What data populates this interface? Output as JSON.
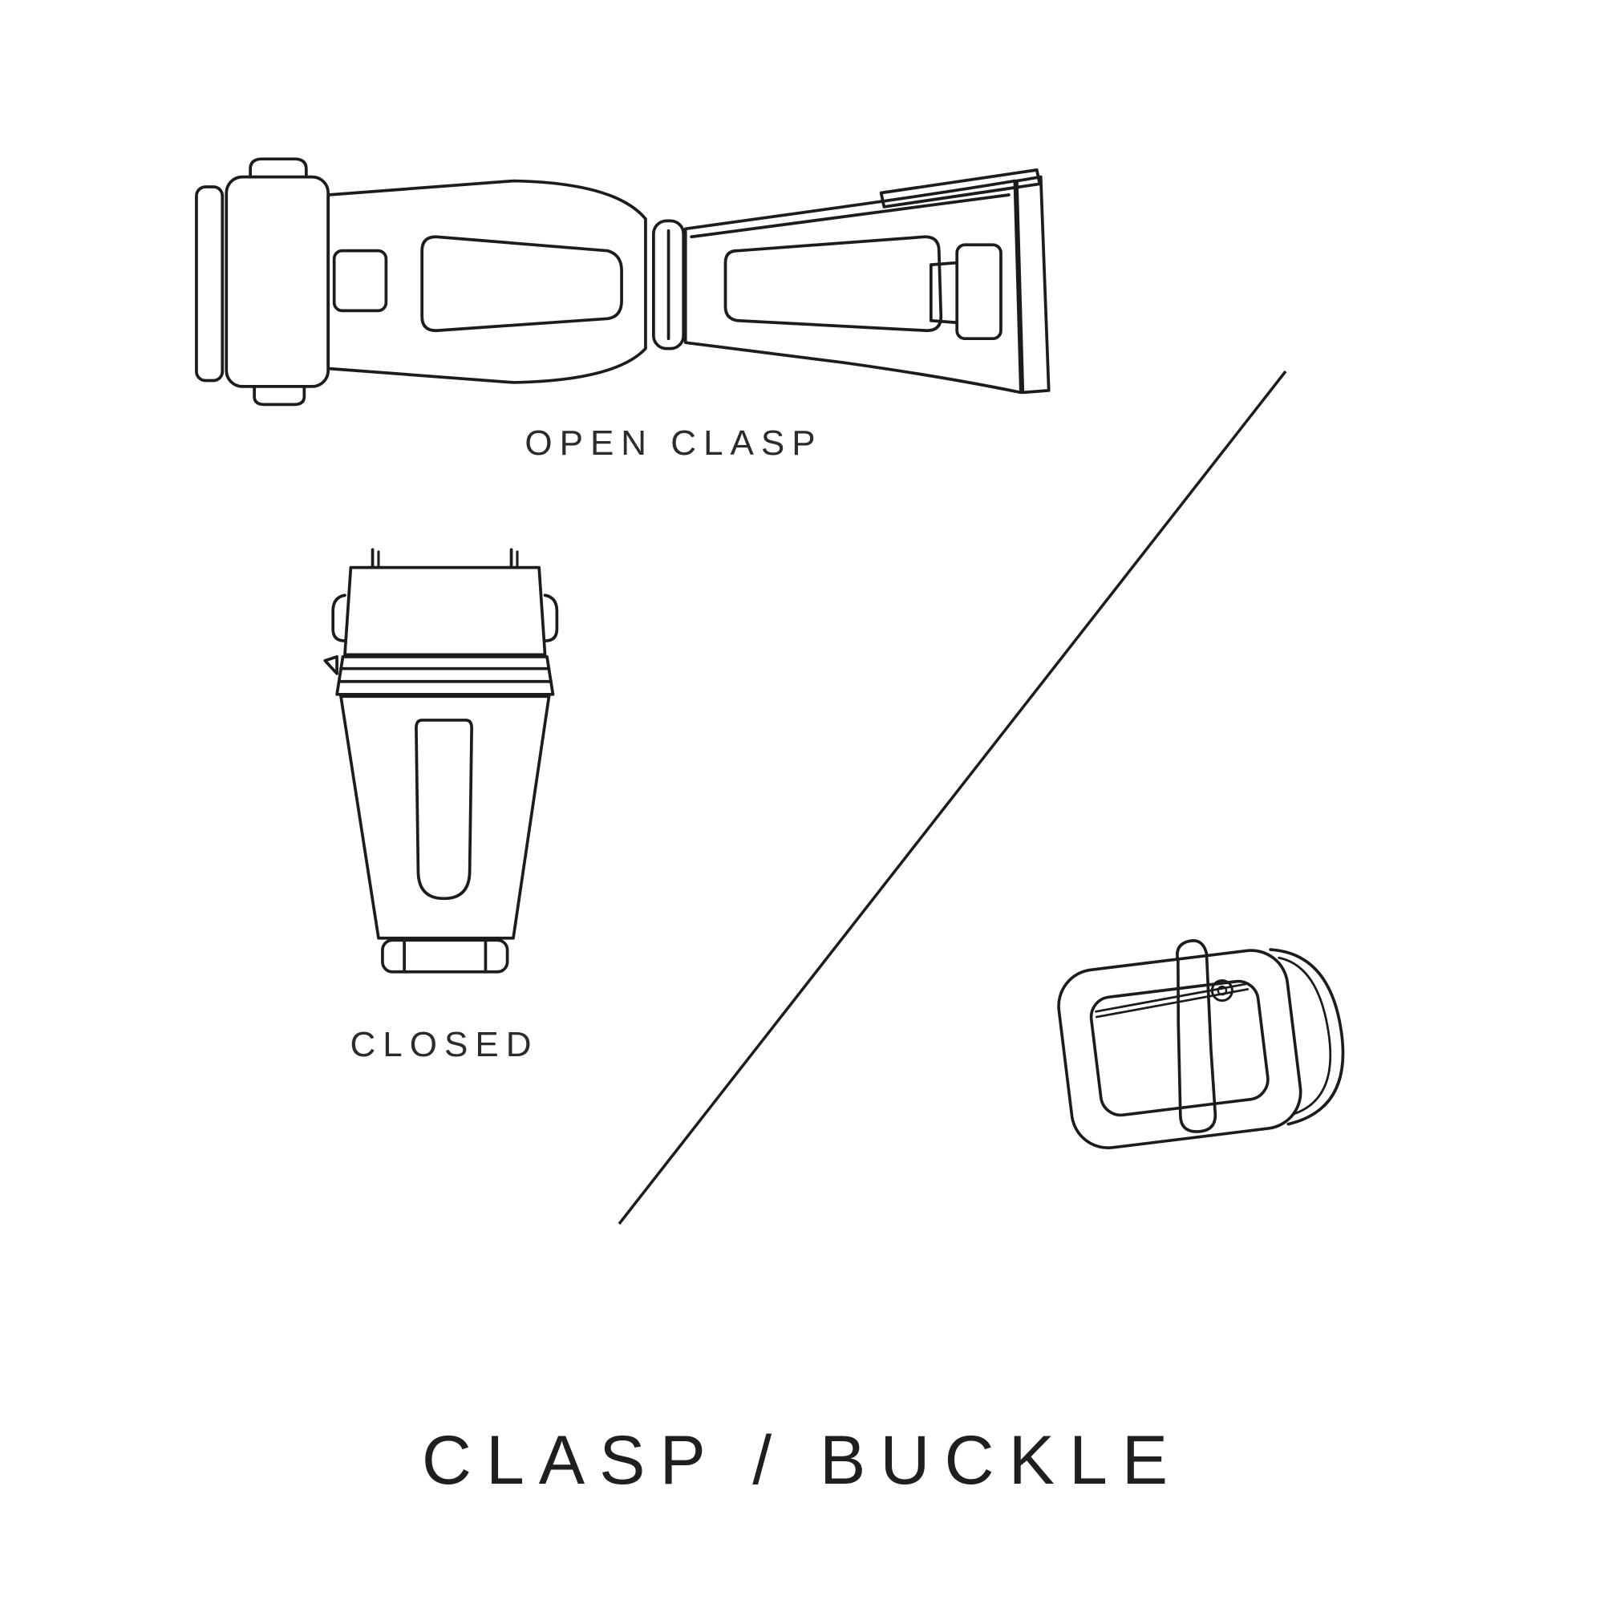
{
  "page": {
    "background_color": "#ffffff",
    "line_color": "#1c1c1c",
    "text_color": "#2b2b2b"
  },
  "labels": {
    "open_clasp": "OPEN CLASP",
    "closed": "CLOSED"
  },
  "title": "CLASP / BUCKLE",
  "illustrations": {
    "open_clasp": "open-deployant-clasp-line-drawing",
    "closed_clasp": "closed-deployant-clasp-line-drawing",
    "buckle": "tang-buckle-line-drawing",
    "divider": "diagonal-divider-line"
  }
}
